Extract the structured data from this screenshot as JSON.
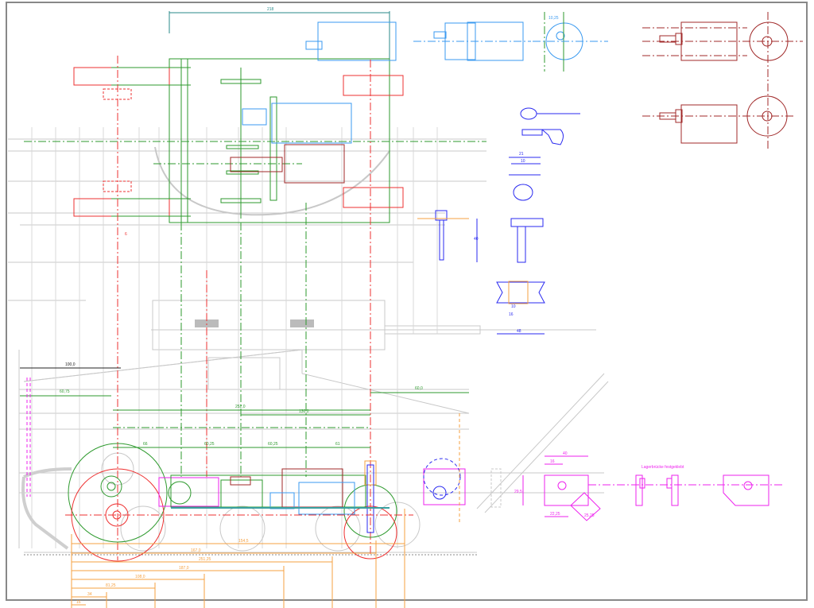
{
  "drawing": {
    "colors": {
      "frame": "#c8c8c8",
      "chassis": "#2e9a2e",
      "wheel": "#ee3030",
      "motor_blue": "#3a9af0",
      "motor_red": "#a02828",
      "part": "#2a2af0",
      "bracket": "#ee22ee",
      "dimension": "#f5a040"
    },
    "top_view": {
      "width_dim": "218",
      "dim_small": "6"
    },
    "motor_front": {
      "dim": "10,25"
    },
    "bottom_view_dims": {
      "overall": "100,0",
      "left_offset": "60,75",
      "right_offset": "60,0",
      "span": "252,0",
      "inner": "130,0",
      "seg1": "66",
      "seg2": "60,25",
      "seg3": "60,25",
      "seg4": "61"
    },
    "baseline_dims": [
      "154,5",
      "167,0",
      "251,25",
      "187,0",
      "108,0",
      "81,25",
      "34",
      "16"
    ],
    "part_dims": {
      "d1": "21",
      "d2": "10",
      "d3": "40",
      "d4": "16",
      "d5": "10",
      "d6": "48"
    },
    "bracket": {
      "width": "40",
      "inner": "16",
      "height": "29,5",
      "bottom": "22,25",
      "angled": "25,25",
      "note": "Lagerbrücke festgeklebt"
    }
  }
}
